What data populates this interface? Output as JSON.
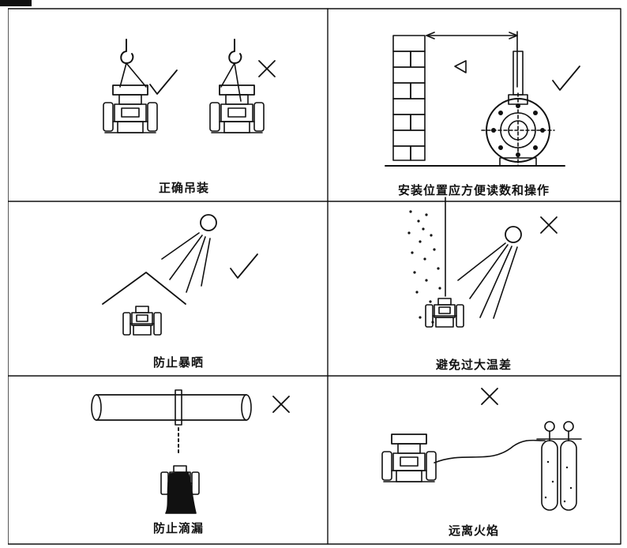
{
  "panels": [
    {
      "caption": "正确吊装",
      "mark": "check-and-cross"
    },
    {
      "caption": "安装位置应方便读数和操作",
      "mark": "check"
    },
    {
      "caption": "防止暴晒",
      "mark": "check"
    },
    {
      "caption": "避免过大温差",
      "mark": "cross"
    },
    {
      "caption": "防止滴漏",
      "mark": "cross"
    },
    {
      "caption": "远离火焰",
      "mark": "cross"
    }
  ],
  "colors": {
    "ink": "#111111",
    "background": "#ffffff"
  }
}
